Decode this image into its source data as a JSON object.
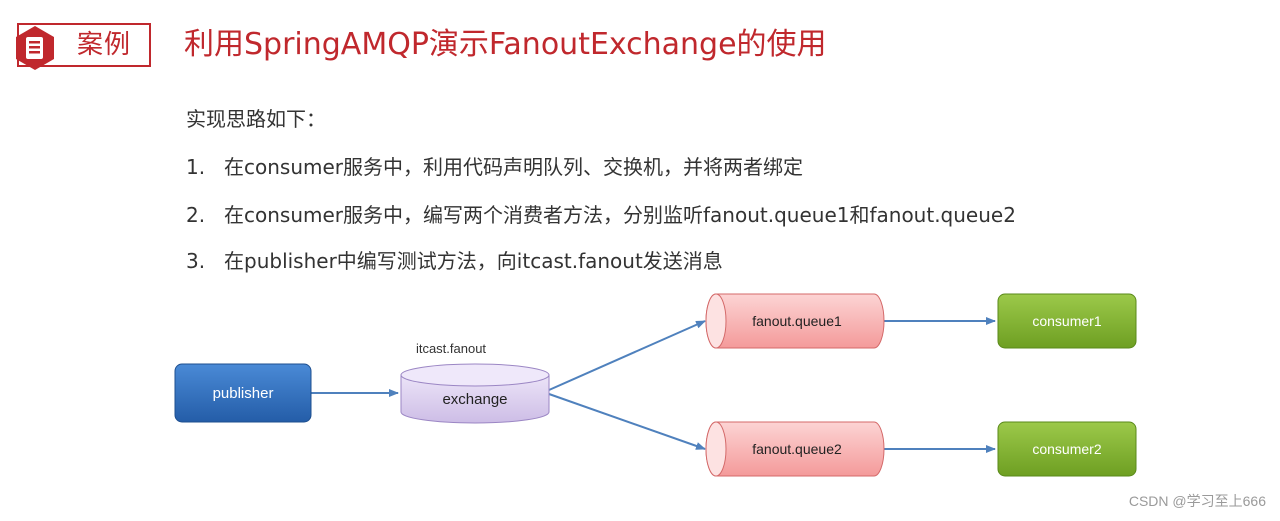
{
  "header": {
    "badge_icon": "document-icon",
    "badge_label": "案例",
    "title": "利用SpringAMQP演示FanoutExchange的使用"
  },
  "content": {
    "intro": "实现思路如下：",
    "steps": [
      {
        "num": "1.",
        "text": "在consumer服务中，利用代码声明队列、交换机，并将两者绑定"
      },
      {
        "num": "2.",
        "text": "在consumer服务中，编写两个消费者方法，分别监听fanout.queue1和fanout.queue2"
      },
      {
        "num": "3.",
        "text": "在publisher中编写测试方法，向itcast.fanout发送消息"
      }
    ]
  },
  "diagram": {
    "publisher": "publisher",
    "exchange_name": "itcast.fanout",
    "exchange": "exchange",
    "queue1": "fanout.queue1",
    "queue2": "fanout.queue2",
    "consumer1": "consumer1",
    "consumer2": "consumer2"
  },
  "watermark": "CSDN @学习至上666",
  "colors": {
    "accent_red": "#c0282d",
    "publisher_blue": "#2f6fbe",
    "exchange_lavender": "#dcd0f0",
    "queue_pink": "#f8b5b5",
    "consumer_green": "#7cae2c",
    "arrow_blue": "#4f81bd"
  }
}
